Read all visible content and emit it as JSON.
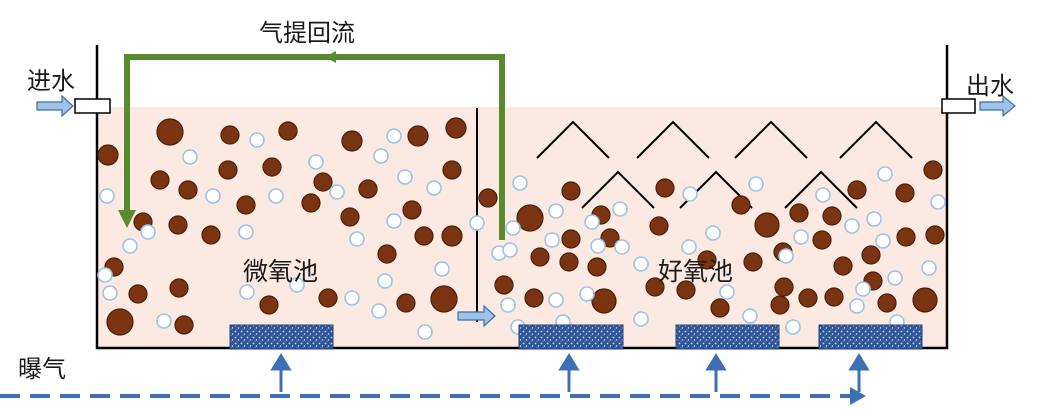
{
  "labels": {
    "recirculation": "气提回流",
    "inlet": "进水",
    "outlet": "出水",
    "aeration": "曝气",
    "micro_aerobic_zone": "微氧池",
    "aerobic_zone": "好氧池"
  },
  "colors": {
    "water": "#fbe9e2",
    "tank_wall": "#000000",
    "recirculation_pipe": "#5a8a2e",
    "flow_arrow": "#9dc3e6",
    "flow_arrow_stroke": "#3f6fa6",
    "aeration_line": "#3d6fb4",
    "diffuser": "#2f5597",
    "brown_particle": "#7b3412",
    "bubble_stroke": "#9dc3e6",
    "baffle": "#000000"
  }
}
